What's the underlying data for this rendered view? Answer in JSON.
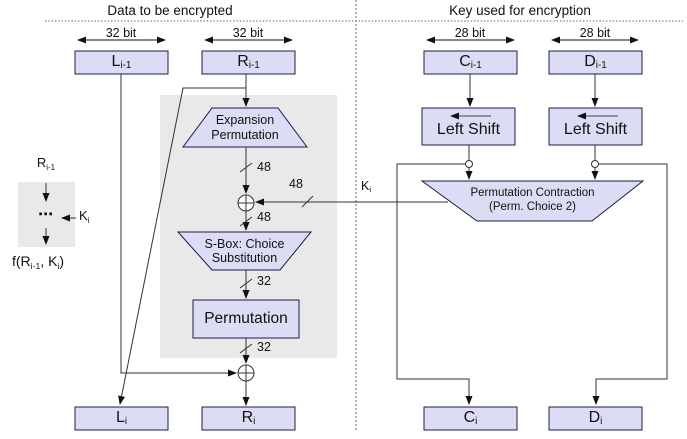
{
  "headers": {
    "left": "Data to be encrypted",
    "right": "Key used for encryption"
  },
  "bit_widths": {
    "data": "32 bit",
    "key": "28 bit"
  },
  "registers": {
    "l_prev": {
      "base": "L",
      "sub": "i-1"
    },
    "r_prev": {
      "base": "R",
      "sub": "i-1"
    },
    "c_prev": {
      "base": "C",
      "sub": "i-1"
    },
    "d_prev": {
      "base": "D",
      "sub": "i-1"
    },
    "l_next": {
      "base": "L",
      "sub": "i"
    },
    "r_next": {
      "base": "R",
      "sub": "i"
    },
    "c_next": {
      "base": "C",
      "sub": "i"
    },
    "d_next": {
      "base": "D",
      "sub": "i"
    }
  },
  "blocks": {
    "expansion": {
      "line1": "Expansion",
      "line2": "Permutation"
    },
    "sbox": {
      "line1": "S-Box: Choice",
      "line2": "Substitution"
    },
    "permutation": {
      "label": "Permutation"
    },
    "left_shift": {
      "label": "Left Shift"
    },
    "perm_contraction": {
      "line1": "Permutation Contraction",
      "line2": "(Perm. Choice 2)"
    }
  },
  "wire_labels": {
    "expansion_out": "48",
    "key_in": "48",
    "xor_out": "48",
    "sbox_out": "32",
    "perm_out": "32"
  },
  "key_label": {
    "base": "K",
    "sub": "i"
  },
  "legend": {
    "input": {
      "base": "R",
      "sub": "i-1"
    },
    "dots": "⋯",
    "key": {
      "base": "K",
      "sub": "i"
    },
    "output": {
      "p0": "f(R",
      "s0": "i-1",
      "p1": ", K",
      "s1": "i",
      "p2": ")"
    }
  },
  "colors": {
    "box_fill": "#dcdcf4",
    "box_border": "#1c1c4a",
    "panel_gray": "#e9e9e9",
    "wire": "#333333",
    "text": "#111111"
  }
}
